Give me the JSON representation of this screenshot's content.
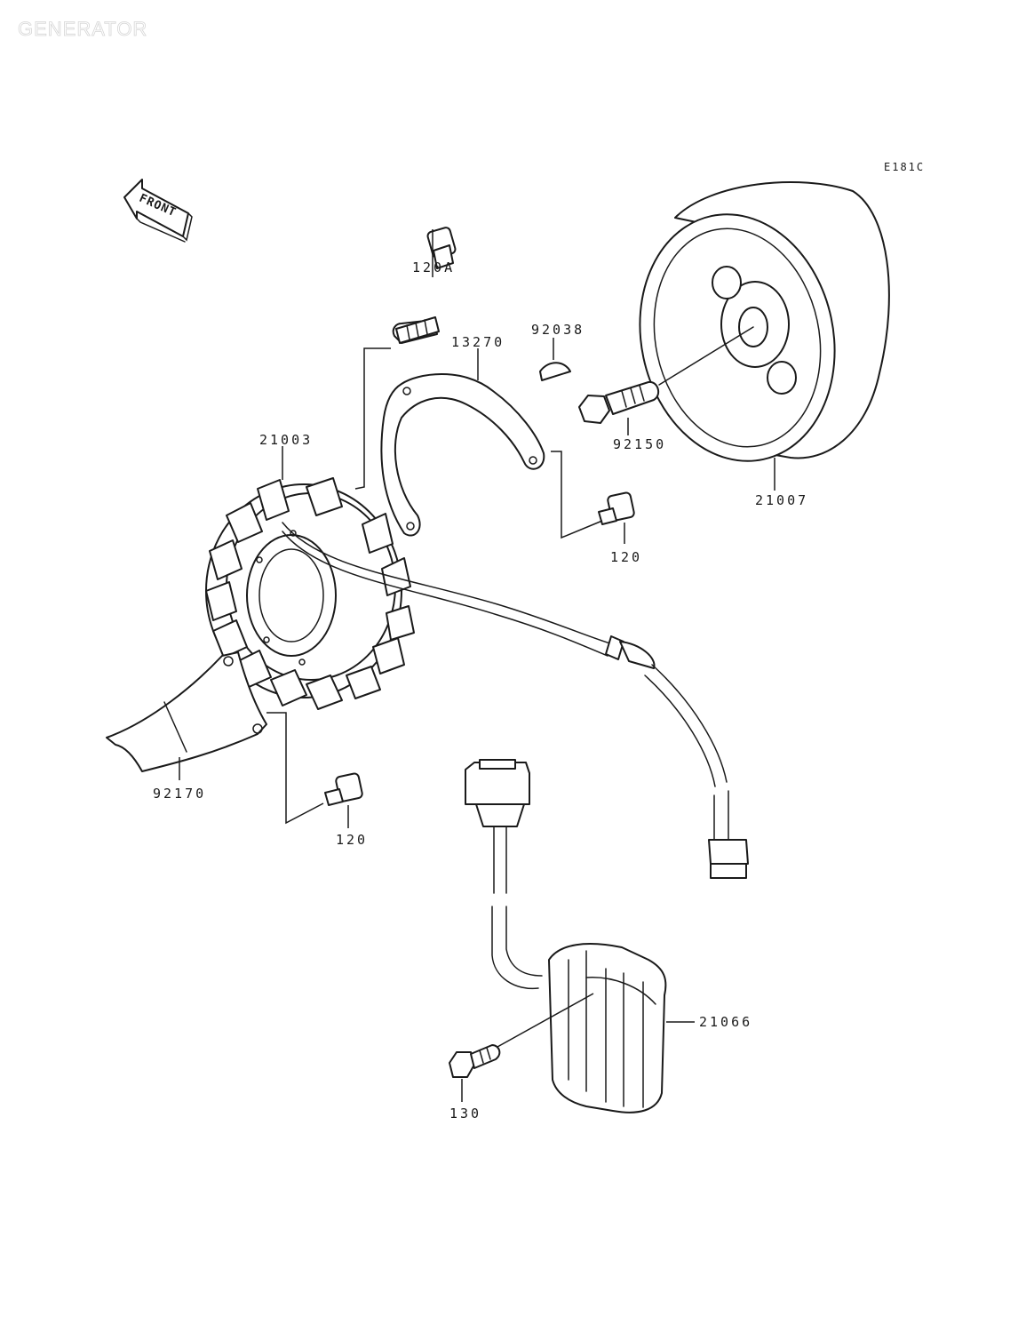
{
  "watermark": "GENERATOR",
  "diagram_code": "E181C",
  "front_arrow_label": "FRONT",
  "parts": {
    "bolt_120a": "120A",
    "bracket_13270": "13270",
    "key_92038": "92038",
    "bolt_92150": "92150",
    "rotor_21007": "21007",
    "stator_21003": "21003",
    "bolt_120_upper": "120",
    "cover_92170": "92170",
    "bolt_120_lower": "120",
    "regulator_21066": "21066",
    "bolt_130": "130"
  }
}
